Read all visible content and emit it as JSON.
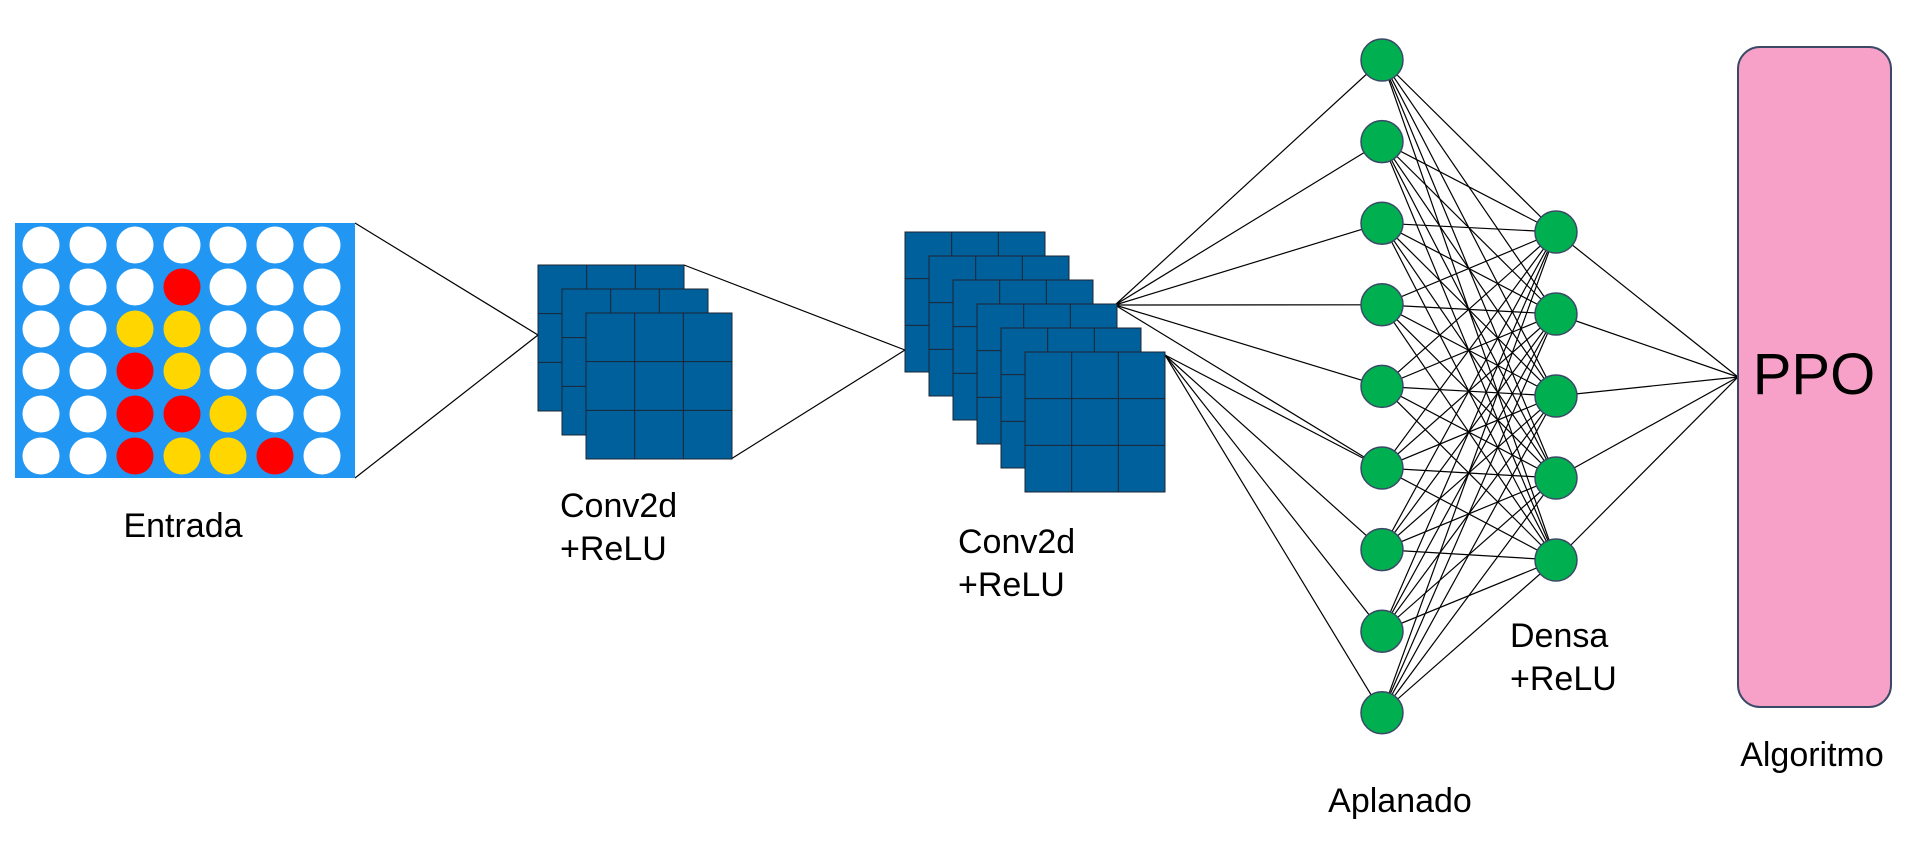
{
  "colors": {
    "board_bg": "#2196f3",
    "cell_empty": "#ffffff",
    "cell_red": "#ff0000",
    "cell_yellow": "#ffd600",
    "feature_map": "#00609b",
    "neuron": "#00b050",
    "algorithm_box": "#f7a1c9",
    "line": "#000000"
  },
  "board": {
    "label": "Entrada",
    "cells": [
      [
        "e",
        "e",
        "e",
        "e",
        "e",
        "e",
        "e"
      ],
      [
        "e",
        "e",
        "e",
        "r",
        "e",
        "e",
        "e"
      ],
      [
        "e",
        "e",
        "y",
        "y",
        "e",
        "e",
        "e"
      ],
      [
        "e",
        "e",
        "r",
        "y",
        "e",
        "e",
        "e"
      ],
      [
        "e",
        "e",
        "r",
        "r",
        "y",
        "e",
        "e"
      ],
      [
        "e",
        "e",
        "r",
        "y",
        "y",
        "r",
        "e"
      ]
    ]
  },
  "conv1": {
    "label_line1": "Conv2d",
    "label_line2": "+ReLU",
    "maps": 3,
    "grid": 3
  },
  "conv2": {
    "label_line1": "Conv2d",
    "label_line2": "+ReLU",
    "maps": 6,
    "grid": 3
  },
  "flatten": {
    "label": "Aplanado",
    "neurons": 9
  },
  "dense": {
    "label_line1": "Densa",
    "label_line2": "+ReLU",
    "neurons": 5
  },
  "algorithm": {
    "name": "PPO",
    "label": "Algoritmo"
  }
}
